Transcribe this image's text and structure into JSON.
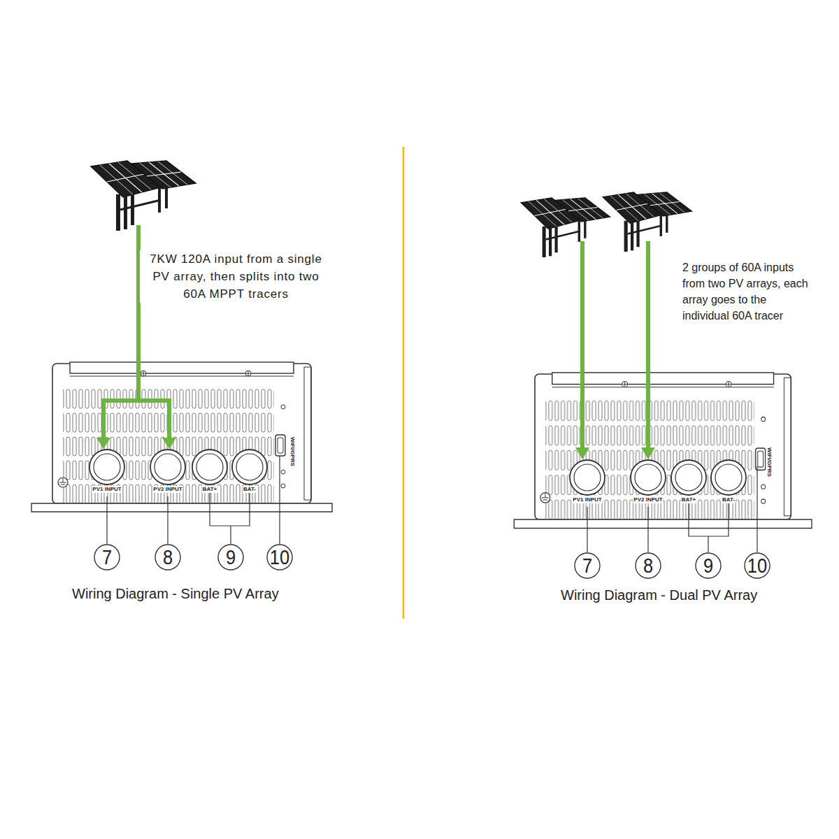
{
  "diagram": {
    "nodes": [
      {
        "text": [
          "WIFI/GPRS"
        ]
      },
      {
        "text": [
          "PV1 INPUT"
        ],
        "in": 0
      },
      {
        "text": [
          "PV2 INPUT"
        ],
        "in": 0
      },
      {
        "text": [
          "BAT+"
        ],
        "in": 0
      },
      {
        "text": [
          "BAT-"
        ],
        "in": 0
      },
      {
        "text": [
          "WIFI/GPRS"
        ]
      },
      {
        "text": [
          "PV1 INPUT"
        ],
        "in": 5
      },
      {
        "text": [
          "PV2 INPUT"
        ],
        "in": 5
      },
      {
        "text": [
          "BAT+"
        ],
        "in": 5
      },
      {
        "text": [
          "BAT-"
        ],
        "in": 5
      }
    ],
    "labels": [
      "7KW 120A input from a single PV array, then splits into two 60A MPPT tracers",
      "7",
      "8",
      "9",
      "10",
      "Wiring Diagram - Single PV Array",
      "2 groups of 60A inputs from two PV arrays, each array goes to the individual 60A tracer",
      "7",
      "8",
      "9",
      "10",
      "Wiring Diagram - Dual PV Array"
    ]
  }
}
